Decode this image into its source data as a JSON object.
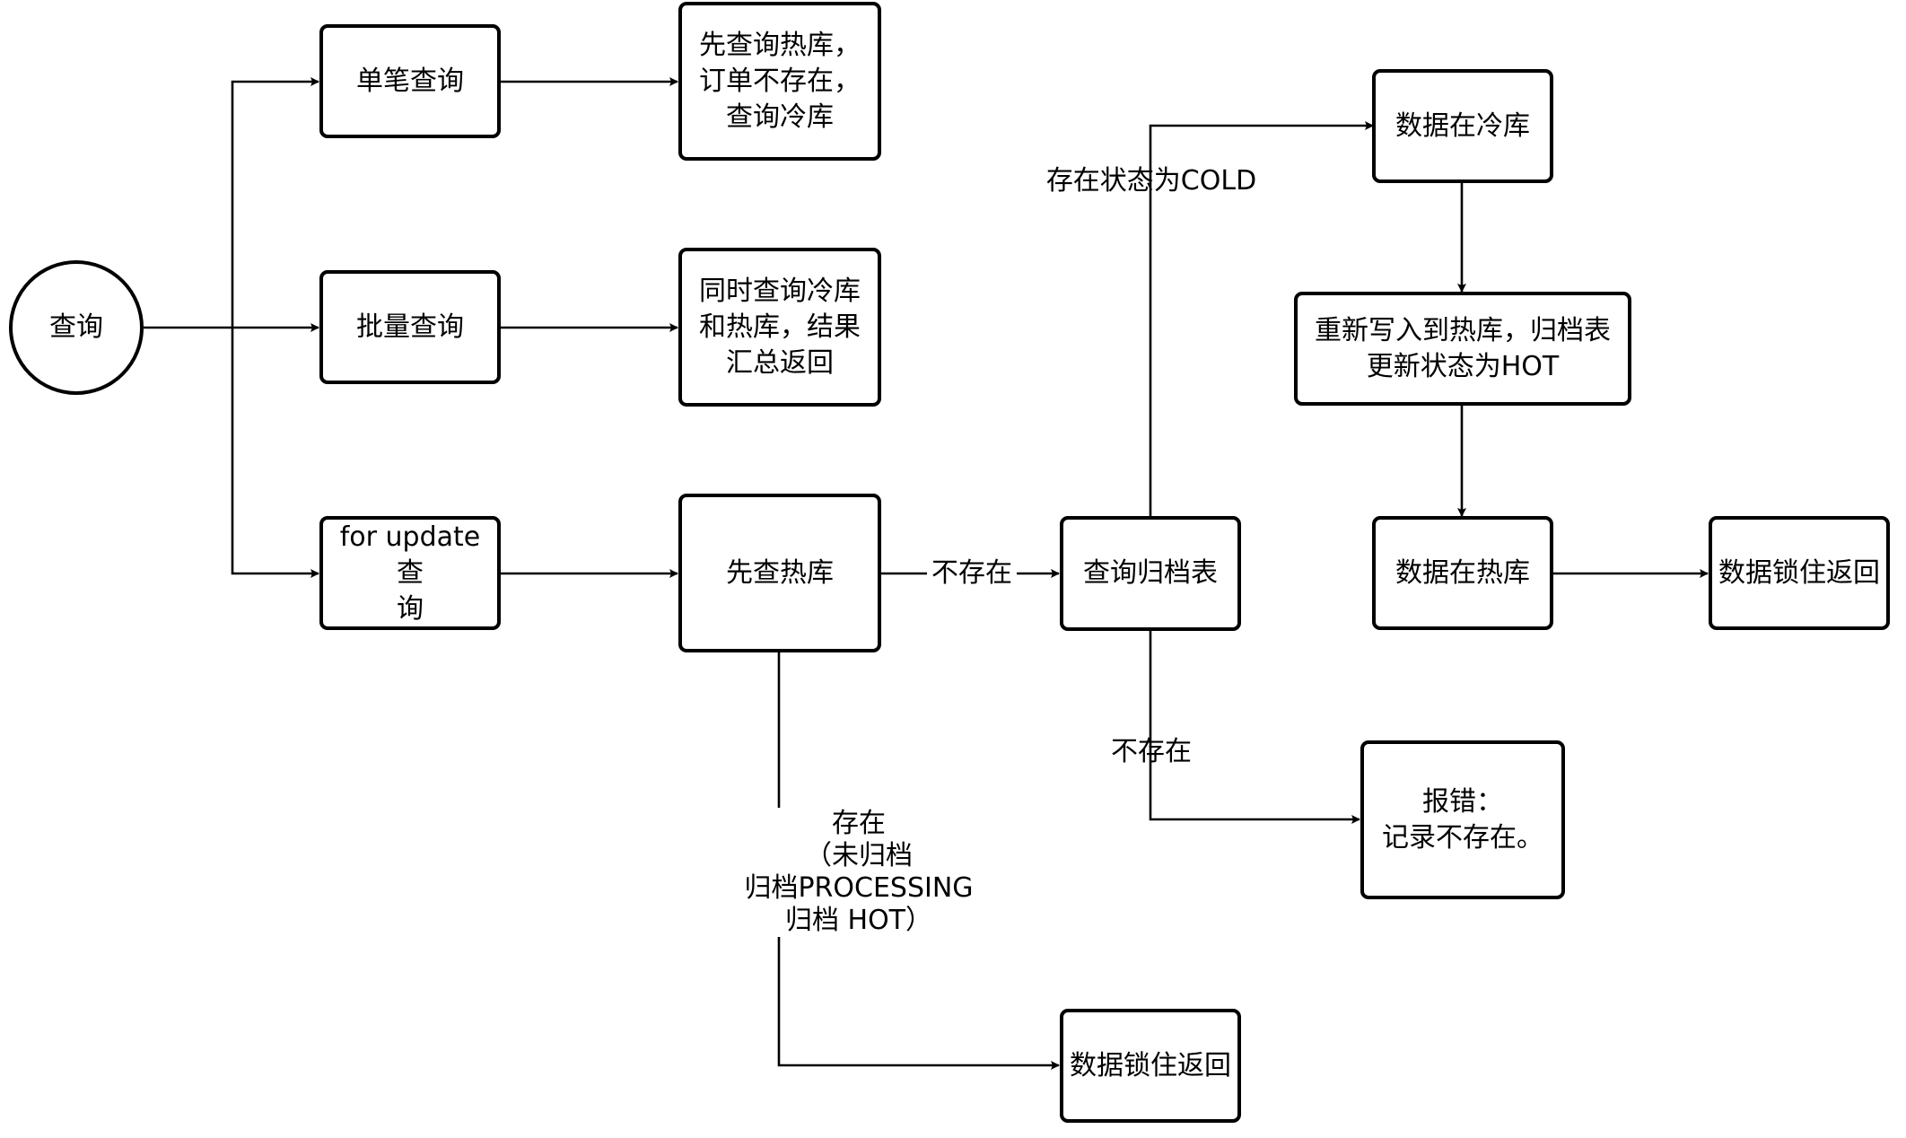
{
  "nodes": {
    "start": "查询",
    "single_query": "单笔查询",
    "batch_query": "批量查询",
    "for_update_query": "for update 查\n询",
    "single_result": "先查询热库，\n订单不存在，\n查询冷库",
    "batch_result": "同时查询冷库\n和热库，结果\n汇总返回",
    "check_hot": "先查热库",
    "query_archive": "查询归档表",
    "data_in_cold": "数据在冷库",
    "rewrite_hot": "重新写入到热库，归档表\n更新状态为HOT",
    "data_in_hot": "数据在热库",
    "lock_return_right": "数据锁住返回",
    "error": "报错：\n记录不存在。",
    "lock_return_bottom": "数据锁住返回"
  },
  "edges": {
    "not_exist_1": "不存在",
    "exist_cold": "存在状态为COLD",
    "not_exist_2": "不存在",
    "exist_states": "存在\n（未归档\n归档PROCESSING\n归档 HOT）"
  }
}
